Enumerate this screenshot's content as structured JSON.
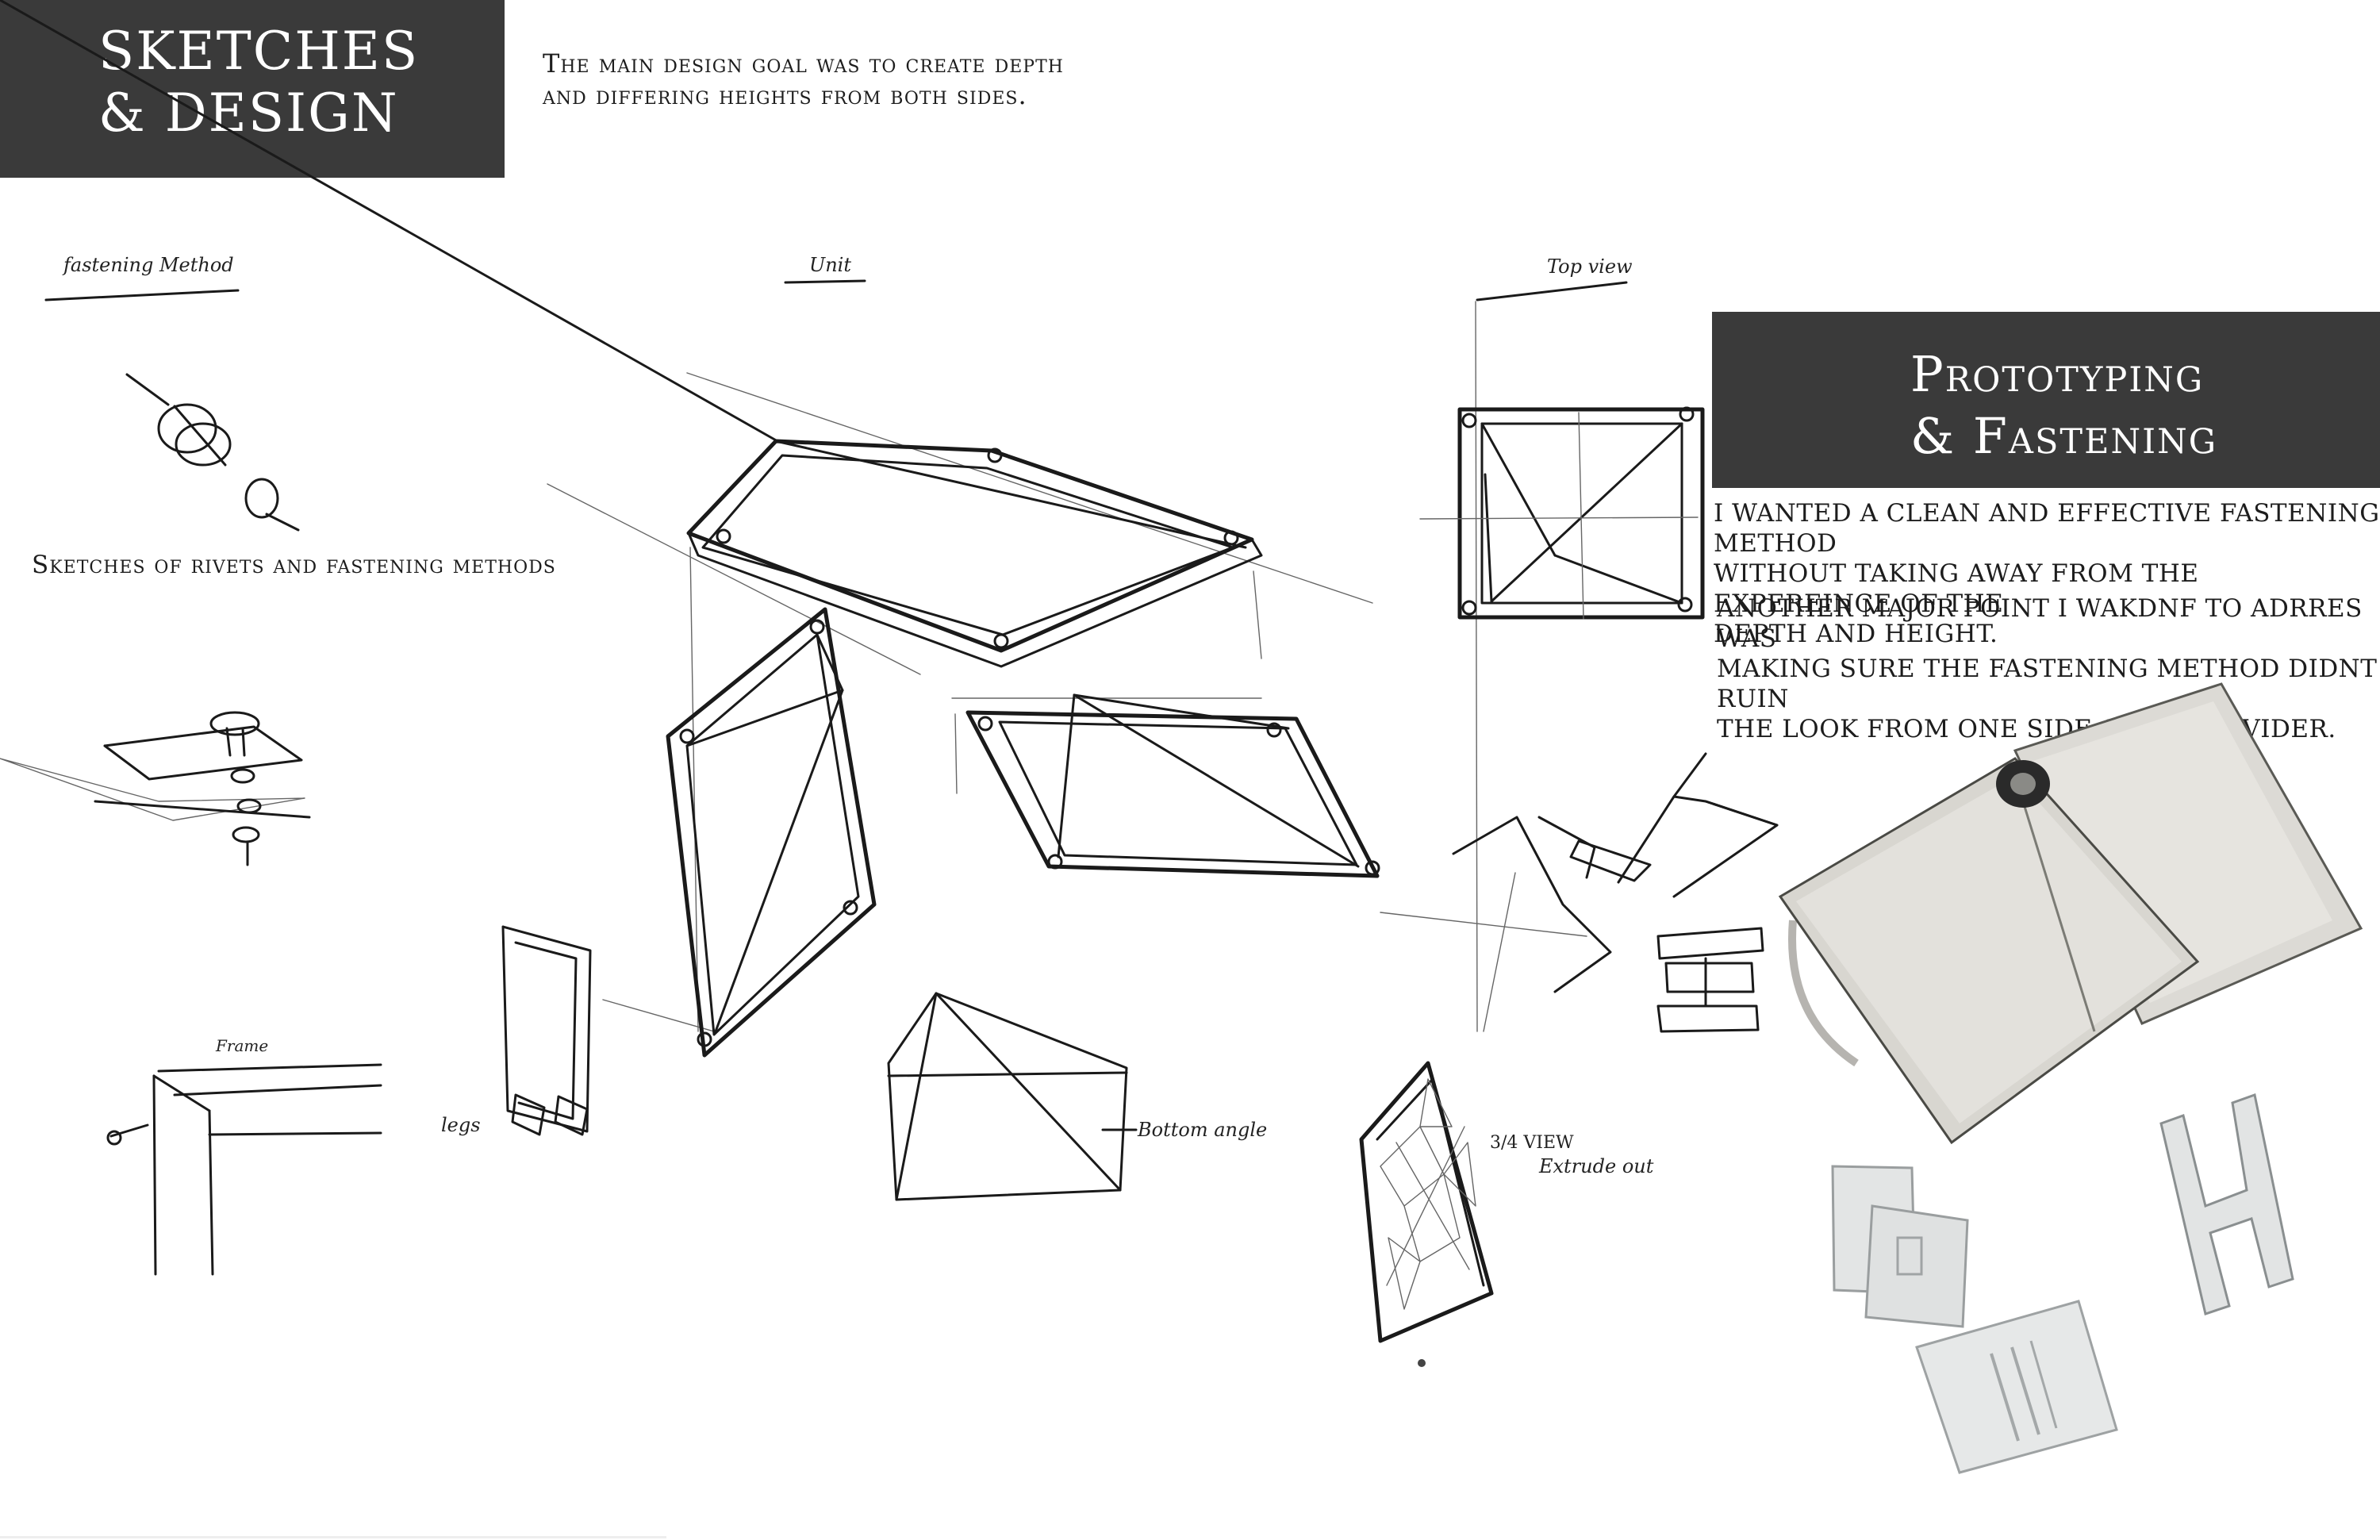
{
  "sketches_title": [
    "SKETCHES",
    "& DESIGN"
  ],
  "intro_text": [
    "The main design goal was to create depth",
    "and differing heights from both sides."
  ],
  "prototyping_title": [
    "Prototyping",
    "& Fastening"
  ],
  "rivets_caption": "Sketches of rivets and fastening methods",
  "proto_paragraph_1": [
    "I wanted a clean and effective fastening method",
    "without taking away from the expereince of the",
    "depth and height."
  ],
  "proto_paragraph_2": [
    "another major point i wakdnf to adrres was",
    "making sure the fastening method didnt ruin",
    "the look from one side of the divider."
  ],
  "handwritten": {
    "fastening": "fastening Method",
    "unit": "Unit",
    "top_view": "Top view",
    "frame": "Frame",
    "legs": "legs",
    "bottom_angle": "Bottom angle",
    "three_quarter_view": "3/4 VIEW",
    "extrude_out": "Extrude out"
  },
  "colors": {
    "title_block": "#3a3a3a",
    "title_text": "#ffffff",
    "ink": "#1a1a1a"
  }
}
